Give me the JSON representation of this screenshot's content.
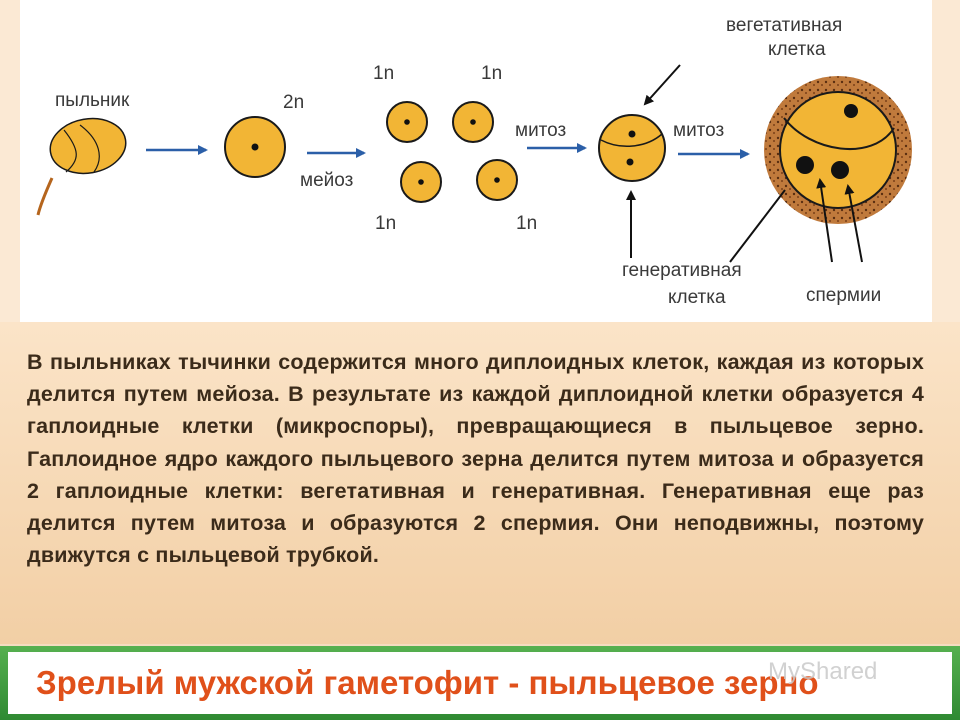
{
  "diagram": {
    "labels": {
      "anther": "пыльник",
      "diploid": "2n",
      "meiosis": "мейоз",
      "haploid": "1n",
      "mitosis": "митоз",
      "vegetative_line1": "вегетативная",
      "vegetative_line2": "клетка",
      "generative_line1": "генеративная",
      "generative_line2": "клетка",
      "sperms": "спермии"
    },
    "colors": {
      "cell_fill": "#f2b535",
      "cell_stroke": "#1a1a1a",
      "arrow": "#2b5fa8",
      "pollen_coat": "#b5651d"
    }
  },
  "description": "В пыльниках тычинки содержится много диплоидных клеток, каждая из которых делится путем мейоза. В результате из каждой диплоидной клетки образуется 4 гаплоидные клетки (микроспоры), превращающиеся в пыльцевое зерно. Гаплоидное ядро каждого пыльцевого зерна делится путем митоза и образуется 2 гаплоидные клетки: вегетативная и генеративная. Генеративная еще раз делится путем митоза и образуются 2 спермия. Они неподвижны, поэтому движутся с пыльцевой трубкой.",
  "footer": {
    "title": "Зрелый мужской гаметофит - пыльцевое зерно",
    "watermark": "MyShared"
  }
}
